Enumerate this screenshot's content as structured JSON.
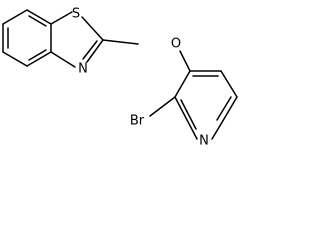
{
  "molecule": {
    "atoms": {
      "sulfur": "S",
      "oxygen": "O",
      "thiazole_nitrogen": "N",
      "pyridine_nitrogen": "N",
      "bromine": "Br"
    }
  }
}
